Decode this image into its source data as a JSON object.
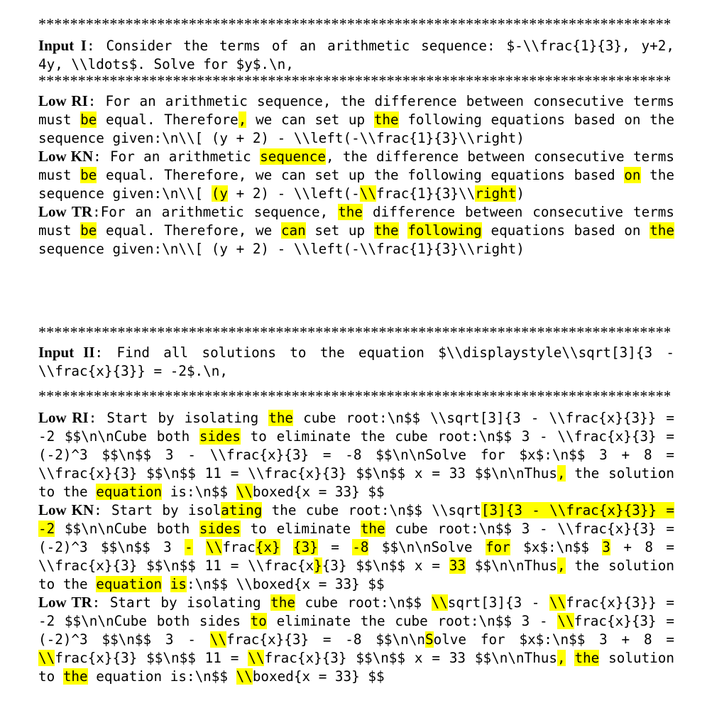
{
  "separator": "************************************************************************************",
  "blocks": [
    {
      "input": {
        "label": "Input I",
        "sep": ": ",
        "text": [
          [
            "Consider the terms of an arithmetic sequence: $-\\\\frac{1}{3}, y+2, 4y, \\\\ldots$. Solve for $y$.\\n,",
            0
          ]
        ]
      },
      "rows": [
        {
          "label": "Low RI",
          "sep": ":  ",
          "segments": [
            [
              "For an arithmetic sequence, the difference between consecutive terms must ",
              0
            ],
            [
              "be",
              1
            ],
            [
              " equal. Therefore",
              0
            ],
            [
              ",",
              1
            ],
            [
              " we can set up ",
              0
            ],
            [
              "the",
              1
            ],
            [
              " following equations based on the sequence given:\\n\\\\[ (y + 2) - \\\\left(-\\\\frac{1}{3}\\\\right)",
              0
            ]
          ]
        },
        {
          "label": "Low KN",
          "sep": ": ",
          "segments": [
            [
              "For an arithmetic ",
              0
            ],
            [
              "sequence",
              1
            ],
            [
              ", the difference between consecutive terms must ",
              0
            ],
            [
              "be",
              1
            ],
            [
              " equal. Therefore, we can set up the following equations based ",
              0
            ],
            [
              "on",
              1
            ],
            [
              " the sequence given:\\n\\\\[ ",
              0
            ],
            [
              "(y",
              1
            ],
            [
              " + 2) - \\\\left(-",
              0
            ],
            [
              "\\\\",
              1
            ],
            [
              "frac{1}{3}\\\\",
              0
            ],
            [
              "right",
              1
            ],
            [
              ")",
              0
            ]
          ]
        },
        {
          "label": "Low TR",
          "sep": ":",
          "segments": [
            [
              "For an arithmetic sequence, ",
              0
            ],
            [
              "the",
              1
            ],
            [
              " difference between consecutive terms must ",
              0
            ],
            [
              "be",
              1
            ],
            [
              " equal. Therefore, we ",
              0
            ],
            [
              "can",
              1
            ],
            [
              " set up ",
              0
            ],
            [
              "the",
              1
            ],
            [
              " ",
              0
            ],
            [
              "following",
              1
            ],
            [
              " equations based on ",
              0
            ],
            [
              "the",
              1
            ],
            [
              " sequence given:\\n\\\\[ (y + 2) - \\\\left(-\\\\frac{1}{3}\\\\right)",
              0
            ]
          ]
        }
      ]
    },
    {
      "input": {
        "label": "Input II",
        "sep": ": ",
        "text": [
          [
            "Find all solutions to the equation $\\\\displaystyle\\\\sqrt[3]{3 - \\\\frac{x}{3}} = -2$.\\n,",
            0
          ]
        ]
      },
      "rows": [
        {
          "label": "Low RI",
          "sep": ": ",
          "segments": [
            [
              "Start by isolating ",
              0
            ],
            [
              "the",
              1
            ],
            [
              " cube root:\\n$$ \\\\sqrt[3]{3 - \\\\frac{x}{3}} = -2 $$\\n\\nCube both ",
              0
            ],
            [
              "sides",
              1
            ],
            [
              " to eliminate the cube root:\\n$$ 3 - \\\\frac{x}{3} = (-2)^3 $$\\n$$ 3 - \\\\frac{x}{3} = -8 $$\\n\\nSolve for $x$:\\n$$ 3 + 8 = \\\\frac{x}{3} $$\\n$$ 11 = \\\\frac{x}{3} $$\\n$$ x = 33 $$\\n\\nThus",
              0
            ],
            [
              ",",
              1
            ],
            [
              " the solution to the ",
              0
            ],
            [
              "equation",
              1
            ],
            [
              " is:\\n$$ ",
              0
            ],
            [
              "\\\\",
              1
            ],
            [
              "boxed{x = 33} $$",
              0
            ]
          ]
        },
        {
          "label": "Low KN",
          "sep": ": ",
          "segments": [
            [
              "Start by isol",
              0
            ],
            [
              "ating",
              1
            ],
            [
              " the cube root:\\n$$ \\\\sqrt",
              0
            ],
            [
              "[3]{3 - \\\\frac{x}{3}} = -2",
              1
            ],
            [
              " $$\\n\\nCube both ",
              0
            ],
            [
              "sides",
              1
            ],
            [
              " to eliminate ",
              0
            ],
            [
              "the",
              1
            ],
            [
              " cube root:\\n$$ 3 - \\\\frac{x}{3} = (-2)^3 $$\\n$$ 3 ",
              0
            ],
            [
              "-",
              1
            ],
            [
              " ",
              0
            ],
            [
              "\\\\",
              1
            ],
            [
              "frac",
              0
            ],
            [
              "{x}",
              1
            ],
            [
              " ",
              0
            ],
            [
              "{3}",
              1
            ],
            [
              " = ",
              0
            ],
            [
              "-8",
              1
            ],
            [
              " $$\\n\\nSolve ",
              0
            ],
            [
              "for",
              1
            ],
            [
              " $x$:\\n$$ ",
              0
            ],
            [
              "3",
              1
            ],
            [
              " + 8 = \\\\frac{x}{3} $$\\n$$ 11 = \\\\frac{x",
              0
            ],
            [
              "}",
              1
            ],
            [
              "{3} $$\\n$$ x = ",
              0
            ],
            [
              "33",
              1
            ],
            [
              " $$\\n\\nThus",
              0
            ],
            [
              ",",
              1
            ],
            [
              " the solution to the ",
              0
            ],
            [
              "equation",
              1
            ],
            [
              " ",
              0
            ],
            [
              "is",
              1
            ],
            [
              ":\\n$$ \\\\boxed{x = 33} $$",
              0
            ]
          ]
        },
        {
          "label": "Low TR",
          "sep": ": ",
          "segments": [
            [
              "Start by isolating ",
              0
            ],
            [
              "the",
              1
            ],
            [
              " cube root:\\n$$ ",
              0
            ],
            [
              "\\\\",
              1
            ],
            [
              "sqrt[3]{3 - ",
              0
            ],
            [
              "\\\\",
              1
            ],
            [
              "frac{x}{3}} = -2 $$\\n\\nCube both sides ",
              0
            ],
            [
              "to",
              1
            ],
            [
              " eliminate the cube root:\\n$$ 3 - ",
              0
            ],
            [
              "\\\\",
              1
            ],
            [
              "frac{x}{3} = (-2)^3 $$\\n$$ 3 - ",
              0
            ],
            [
              "\\\\",
              1
            ],
            [
              "frac{x}{3} = -8 $$\\n\\n",
              0
            ],
            [
              "S",
              1
            ],
            [
              "olve for $x$:\\n$$ 3 + 8 = ",
              0
            ],
            [
              "\\\\",
              1
            ],
            [
              "frac{x}{3} $$\\n$$ 11 = ",
              0
            ],
            [
              "\\\\",
              1
            ],
            [
              "frac{x}{3} $$\\n$$ x = 33 $$\\n\\nThus",
              0
            ],
            [
              ",",
              1
            ],
            [
              " ",
              0
            ],
            [
              "the",
              1
            ],
            [
              " solution to ",
              0
            ],
            [
              "the",
              1
            ],
            [
              " equation is:\\n$$ ",
              0
            ],
            [
              "\\\\",
              1
            ],
            [
              "boxed{x = 33} $$",
              0
            ]
          ]
        }
      ]
    }
  ],
  "colors": {
    "highlight": "#ffff00",
    "text": "#000000",
    "background": "#ffffff"
  }
}
